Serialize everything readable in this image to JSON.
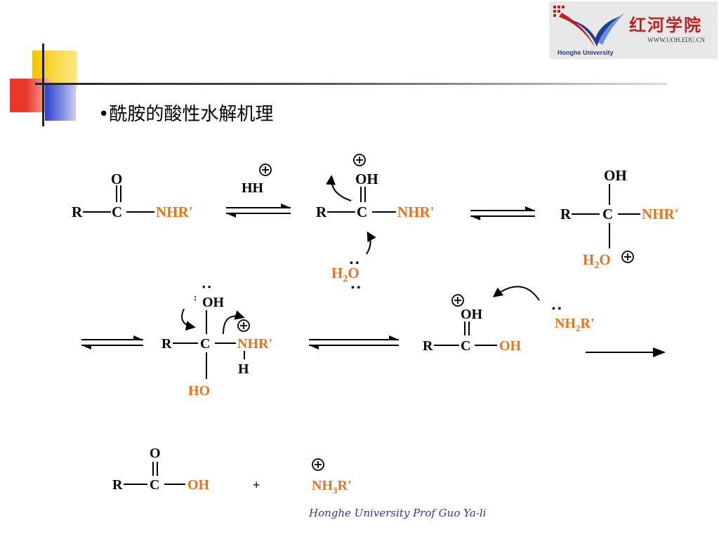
{
  "logo": {
    "chinese_name": "红河学院",
    "url": "WWW.UOH.EDU.CN",
    "english_name": "Honghe University"
  },
  "slide": {
    "bullet": "•",
    "title": "酰胺的酸性水解机理"
  },
  "footer": {
    "credit": "Honghe University  Prof Guo Ya-li"
  },
  "colors": {
    "accent_orange": "#e8731a",
    "text_black": "#000000",
    "deco_yellow": "#f5c400",
    "deco_red": "#e8372c",
    "deco_blue": "#2b3fcf",
    "logo_red": "#c21f24",
    "logo_blue": "#1d3f8c"
  },
  "labels": {
    "R": "R",
    "C": "C",
    "O": "O",
    "OH": "OH",
    "HO": "HO",
    "H": "H",
    "HH": "HH",
    "NHR": "NHR'",
    "H2O_H": "H",
    "H2O_sub": "2",
    "H2O_O": "O",
    "NH2R_N": "NH",
    "NH2R_sub": "2",
    "NH2R_R": "R'",
    "NH3R_N": "NH",
    "NH3R_sub": "3",
    "NH3R_R": "R'",
    "plus_sign": "+",
    "lone_pair": "• •"
  }
}
